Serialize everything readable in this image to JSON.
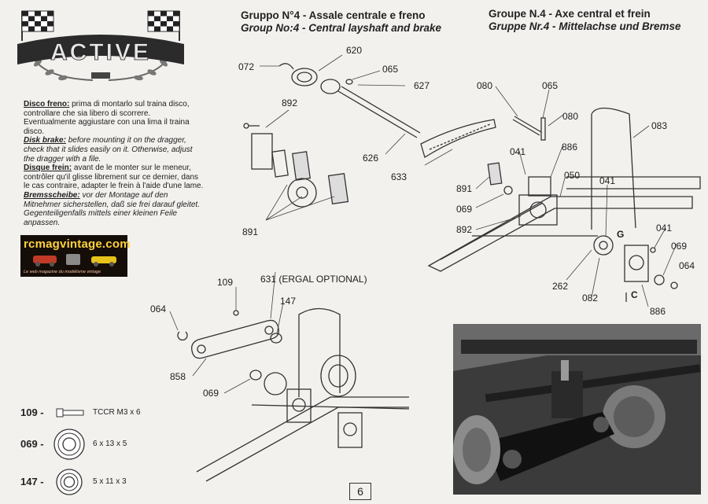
{
  "logo": {
    "text": "ACTIVE"
  },
  "header_left": {
    "line1": "Gruppo N°4 - Assale centrale e freno",
    "line2": "Group No:4 - Central layshaft and brake"
  },
  "header_right": {
    "line1": "Groupe N.4  - Axe central et frein",
    "line2": "Gruppe Nr.4 - Mittelachse und Bremse"
  },
  "notes": {
    "it_title": "Disco freno:",
    "it_text": " prima di montarlo sul traina disco, controllare che sia libero di scorrere. Eventualmente aggiustare con una lima il traina disco.",
    "en_title": "Disk brake:",
    "en_text": " before mounting it on the dragger, check that it slides easily on it. Otherwise, adjust the dragger with a file.",
    "fr_title": "Disque frein:",
    "fr_text": " avant de le monter sur le meneur, contrôler qu'il glisse librement sur ce dernier, dans le cas contraire, adapter le frein à l'aide d'une lame.",
    "de_title": "Bremsscheibe:",
    "de_text": " vor der Montage auf den Mitnehmer sicherstellen, daß sie frei darauf gleitet. Gegenteiligenfalls mittels einer kleinen Feile anpassen."
  },
  "badge": {
    "title": "rcmagvintage.com",
    "subtitle": "Le web magazine du modélisme vintage"
  },
  "part_labels": [
    {
      "id": "p072",
      "text": "072"
    },
    {
      "id": "p620",
      "text": "620"
    },
    {
      "id": "p065a",
      "text": "065"
    },
    {
      "id": "p627",
      "text": "627"
    },
    {
      "id": "p892a",
      "text": "892"
    },
    {
      "id": "p626",
      "text": "626"
    },
    {
      "id": "p633",
      "text": "633"
    },
    {
      "id": "p891a",
      "text": "891"
    },
    {
      "id": "p080a",
      "text": "080"
    },
    {
      "id": "p065b",
      "text": "065"
    },
    {
      "id": "p080b",
      "text": "080"
    },
    {
      "id": "p083",
      "text": "083"
    },
    {
      "id": "p041a",
      "text": "041"
    },
    {
      "id": "p886a",
      "text": "886"
    },
    {
      "id": "p050",
      "text": "050"
    },
    {
      "id": "p891b",
      "text": "891"
    },
    {
      "id": "p069a",
      "text": "069"
    },
    {
      "id": "p892b",
      "text": "892"
    },
    {
      "id": "p041b",
      "text": "041"
    },
    {
      "id": "p041c",
      "text": "041"
    },
    {
      "id": "p069b",
      "text": "069"
    },
    {
      "id": "p064a",
      "text": "064"
    },
    {
      "id": "p262",
      "text": "262"
    },
    {
      "id": "p082",
      "text": "082"
    },
    {
      "id": "p886b",
      "text": "886"
    },
    {
      "id": "pG",
      "text": "G"
    },
    {
      "id": "pC",
      "text": "C"
    },
    {
      "id": "p109",
      "text": "109"
    },
    {
      "id": "p631",
      "text": "631 (ERGAL OPTIONAL)"
    },
    {
      "id": "p147",
      "text": "147"
    },
    {
      "id": "p064b",
      "text": "064"
    },
    {
      "id": "p858",
      "text": "858"
    },
    {
      "id": "p069c",
      "text": "069"
    }
  ],
  "legend": [
    {
      "num": "109 -",
      "size": "TCCR M3 x 6"
    },
    {
      "num": "069 -",
      "size": "6 x 13 x 5"
    },
    {
      "num": "147 -",
      "size": "5 x 11 x 3"
    }
  ],
  "page_number": "6"
}
